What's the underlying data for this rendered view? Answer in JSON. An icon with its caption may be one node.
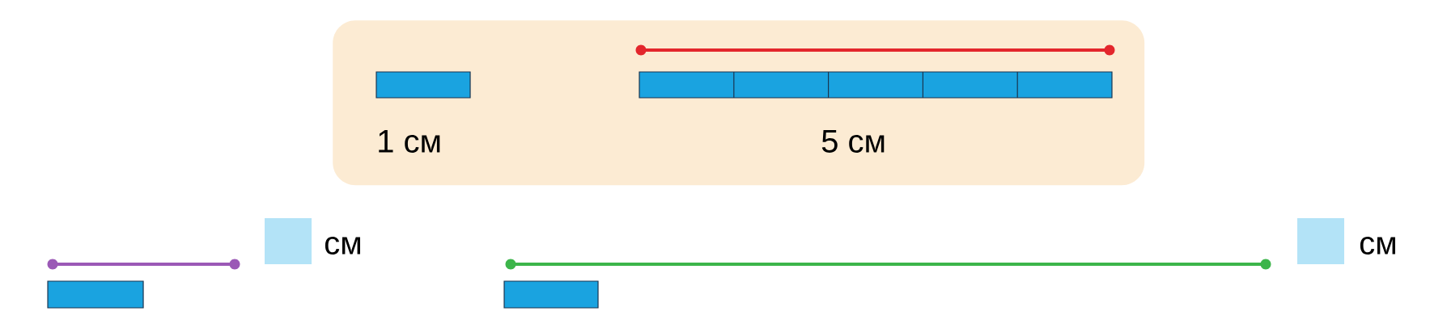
{
  "diagram": {
    "nodes": [
      {
        "text": [
          "1 см",
          "5 см"
        ]
      }
    ],
    "labels": [
      "см",
      "см"
    ]
  }
}
